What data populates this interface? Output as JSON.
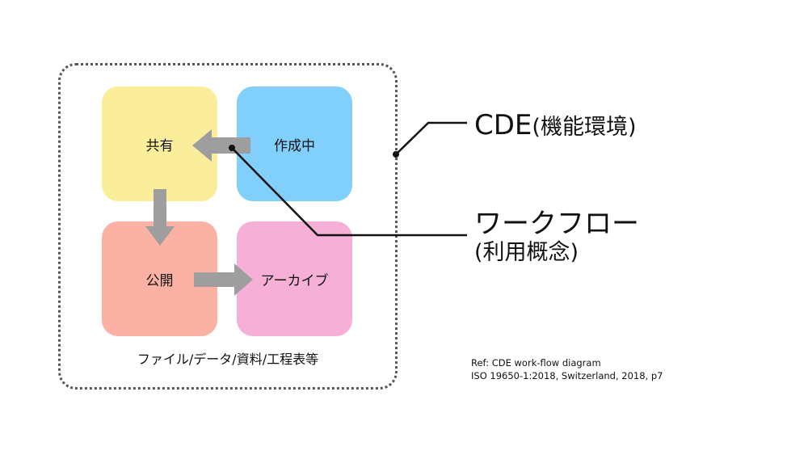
{
  "diagram": {
    "boxes": {
      "share": "共有",
      "wip": "作成中",
      "publish": "公開",
      "archive": "アーカイブ"
    },
    "caption": "ファイル/データ/資料/工程表等",
    "labels": {
      "cde_main": "CDE",
      "cde_paren": "(機能環境)",
      "workflow_main": "ワークフロー",
      "workflow_sub": "(利用概念)"
    },
    "reference": {
      "line1": "Ref: CDE work-flow diagram",
      "line2": "ISO 19650-1:2018, Switzerland, 2018, p7"
    },
    "colors": {
      "share": "#fbee9a",
      "wip": "#80d0fb",
      "publish": "#fbb1a3",
      "archive": "#f6b0d7",
      "arrow": "#9e9e9e",
      "leader": "#111111",
      "frame": "#555555"
    }
  }
}
